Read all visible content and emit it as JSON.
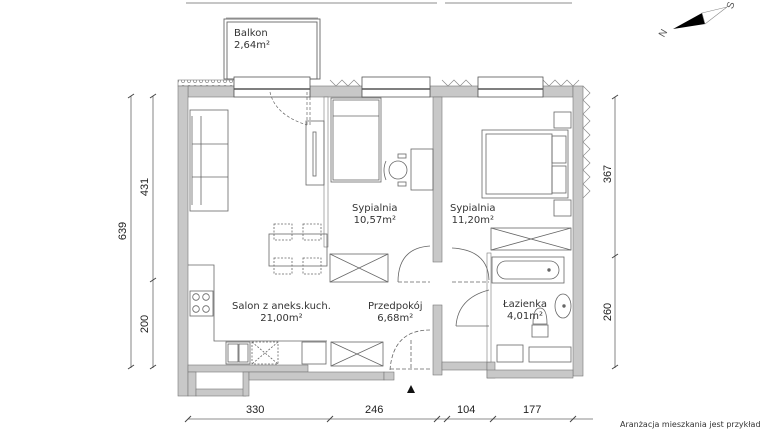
{
  "plan": {
    "rooms": [
      {
        "id": "balkon",
        "name": "Balkon",
        "area": "2,64m²"
      },
      {
        "id": "sypialnia1",
        "name": "Sypialnia",
        "area": "10,57m²"
      },
      {
        "id": "sypialnia2",
        "name": "Sypialnia",
        "area": "11,20m²"
      },
      {
        "id": "salon",
        "name": "Salon z aneks.kuch.",
        "area": "21,00m²"
      },
      {
        "id": "przedpokoj",
        "name": "Przedpokój",
        "area": "6,68m²"
      },
      {
        "id": "lazienka",
        "name": "Łazienka",
        "area": "4,01m²"
      }
    ],
    "dimensions": {
      "bottom": [
        "330",
        "246",
        "104",
        "177"
      ],
      "left_outer": "639",
      "left_inner": [
        "431",
        "200"
      ],
      "right": [
        "367",
        "260"
      ]
    },
    "compass": {
      "north": "N",
      "south": "S"
    },
    "note": "Aranżacja mieszkania jest przykładowa",
    "colors": {
      "wall": "#c8c8c8",
      "line": "#555555",
      "background": "#ffffff"
    }
  }
}
